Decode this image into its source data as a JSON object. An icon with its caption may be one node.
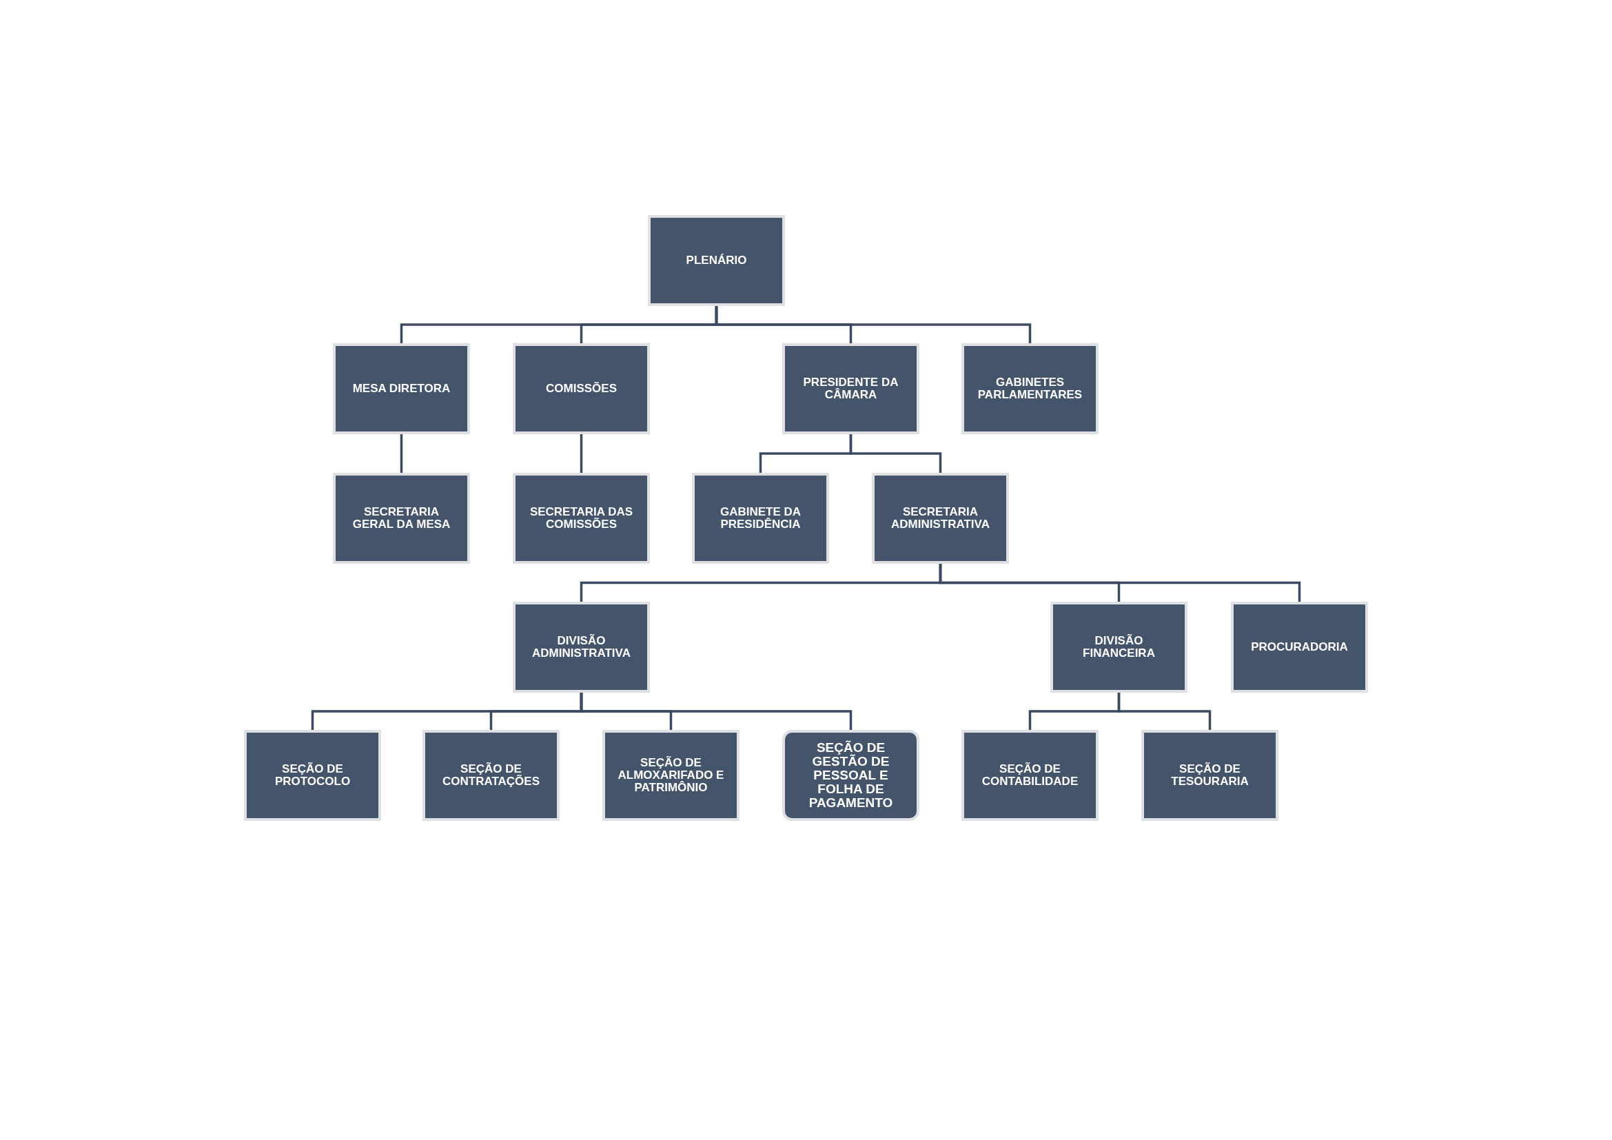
{
  "diagram": {
    "nodes": [
      {
        "text": [
          "PLENÁRIO"
        ]
      },
      {
        "text": [
          "MESA DIRETORA"
        ]
      },
      {
        "text": [
          "COMISSÕES"
        ]
      },
      {
        "text": [
          "PRESIDENTE DA CÂMARA"
        ]
      },
      {
        "text": [
          "GABINETES PARLAMENTARES"
        ]
      },
      {
        "text": [
          "SECRETARIA GERAL DA MESA"
        ]
      },
      {
        "text": [
          "SECRETARIA DAS COMISSÕES"
        ]
      },
      {
        "text": [
          "GABINETE DA PRESIDÊNCIA"
        ]
      },
      {
        "text": [
          "SECRETARIA ADMINISTRATIVA"
        ]
      },
      {
        "text": [
          "DIVISÃO ADMINISTRATIVA"
        ]
      },
      {
        "text": [
          "DIVISÃO FINANCEIRA"
        ]
      },
      {
        "text": [
          "PROCURADORIA"
        ]
      },
      {
        "text": [
          "SEÇÃO DE PROTOCOLO"
        ]
      },
      {
        "text": [
          "SEÇÃO DE CONTRATAÇÕES"
        ]
      },
      {
        "text": [
          "SEÇÃO DE ALMOXARIFADO E PATRIMÔNIO"
        ]
      },
      {
        "text": [
          "SEÇÃO DE GESTÃO DE PESSOAL E FOLHA DE PAGAMENTO"
        ]
      },
      {
        "text": [
          "SEÇÃO DE CONTABILIDADE"
        ]
      },
      {
        "text": [
          "SEÇÃO DE TESOURARIA"
        ]
      }
    ],
    "edges": [
      {
        "from": 0,
        "to": 1,
        "arrow": "none"
      },
      {
        "from": 0,
        "to": 2,
        "arrow": "none"
      },
      {
        "from": 0,
        "to": 3,
        "arrow": "none"
      },
      {
        "from": 0,
        "to": 4,
        "arrow": "none"
      },
      {
        "from": 1,
        "to": 5,
        "arrow": "none"
      },
      {
        "from": 2,
        "to": 6,
        "arrow": "none"
      },
      {
        "from": 3,
        "to": 7,
        "arrow": "none"
      },
      {
        "from": 3,
        "to": 8,
        "arrow": "none"
      },
      {
        "from": 8,
        "to": 9,
        "arrow": "none"
      },
      {
        "from": 8,
        "to": 10,
        "arrow": "none"
      },
      {
        "from": 8,
        "to": 11,
        "arrow": "none"
      },
      {
        "from": 9,
        "to": 12,
        "arrow": "none"
      },
      {
        "from": 9,
        "to": 13,
        "arrow": "none"
      },
      {
        "from": 9,
        "to": 14,
        "arrow": "none"
      },
      {
        "from": 9,
        "to": 15,
        "arrow": "none"
      },
      {
        "from": 10,
        "to": 16,
        "arrow": "none"
      },
      {
        "from": 10,
        "to": 17,
        "arrow": "none"
      }
    ]
  }
}
